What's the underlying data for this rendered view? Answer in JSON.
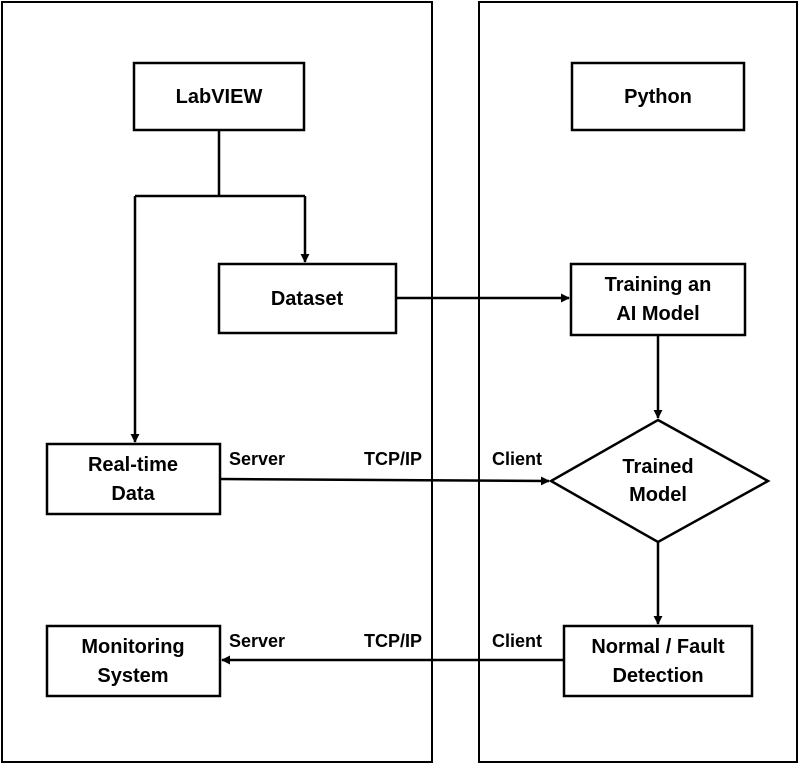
{
  "panels": {
    "left_label": "",
    "right_label": ""
  },
  "nodes": {
    "labview": "LabVIEW",
    "python": "Python",
    "dataset": "Dataset",
    "training": [
      "Training an",
      "AI Model"
    ],
    "realtime": [
      "Real-time",
      "Data"
    ],
    "trained_model": [
      "Trained",
      "Model"
    ],
    "monitoring": [
      "Monitoring",
      "System"
    ],
    "detection": [
      "Normal / Fault",
      "Detection"
    ]
  },
  "edge_labels": {
    "upper_server": "Server",
    "upper_protocol": "TCP/IP",
    "upper_client": "Client",
    "lower_server": "Server",
    "lower_protocol": "TCP/IP",
    "lower_client": "Client"
  }
}
